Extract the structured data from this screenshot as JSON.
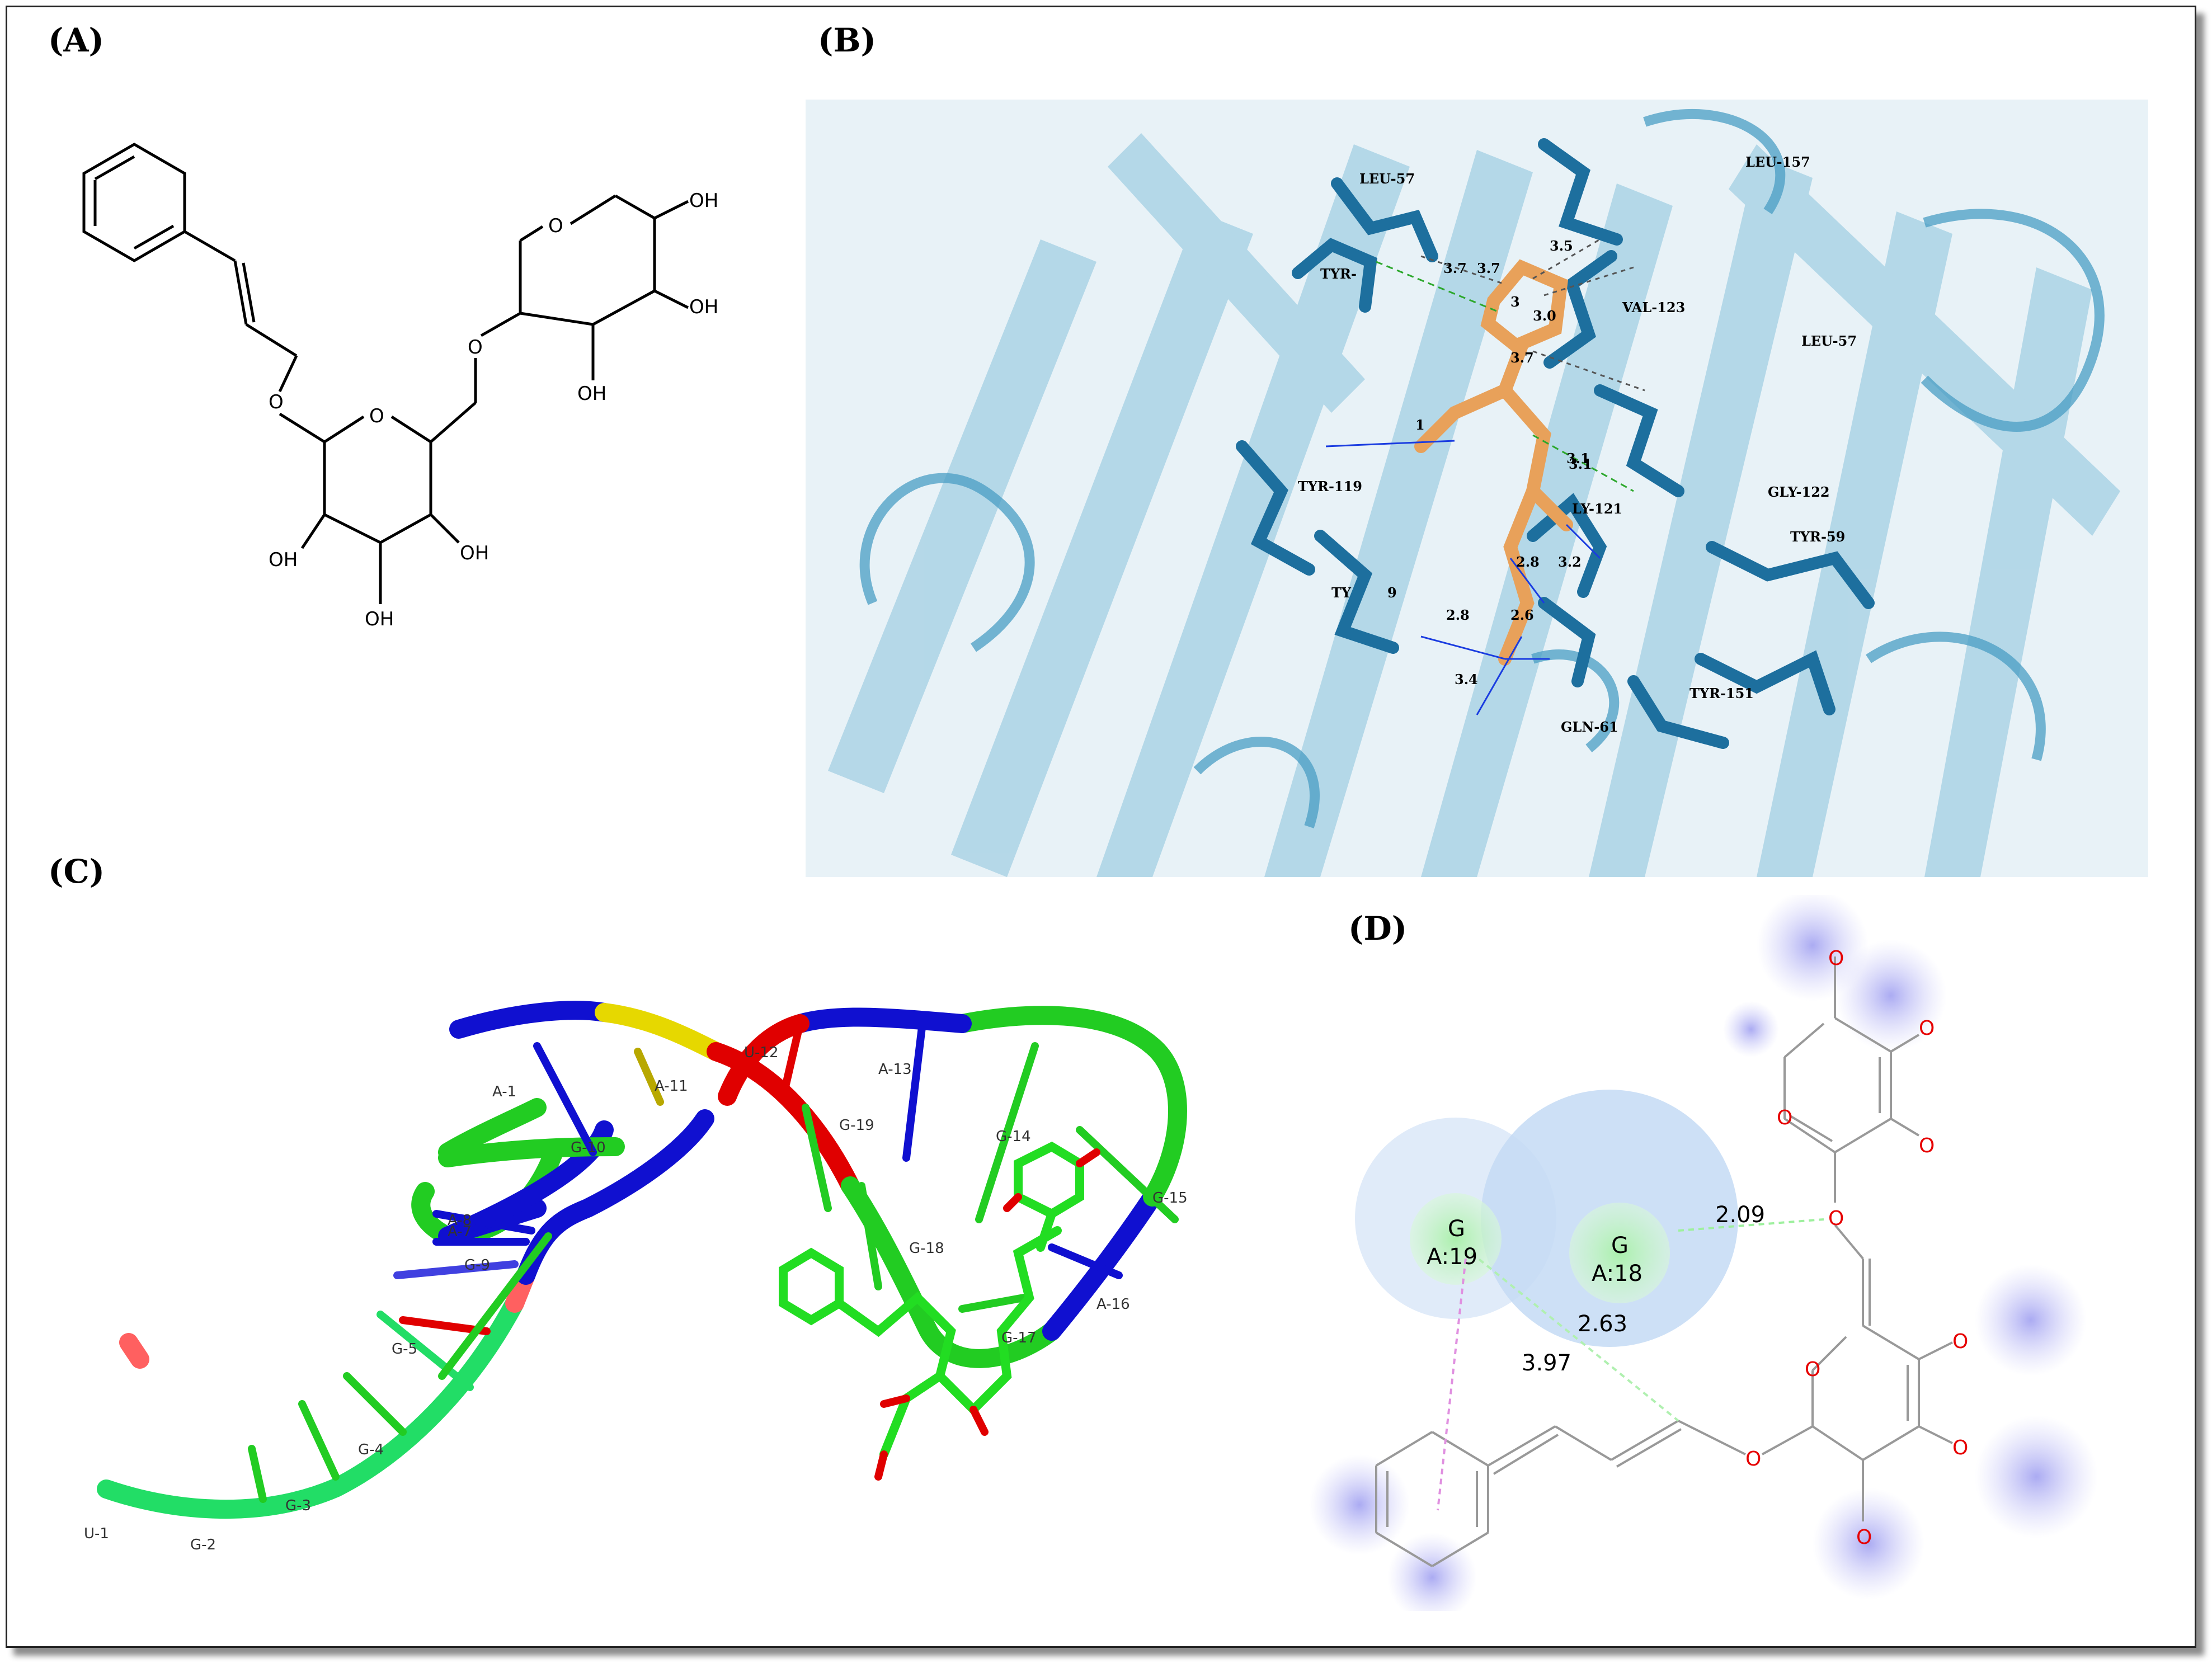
{
  "panels": {
    "a": {
      "label": "(A)"
    },
    "b": {
      "label": "(B)"
    },
    "c": {
      "label": "(C)"
    },
    "d": {
      "label": "(D)"
    }
  },
  "structure_a": {
    "atoms": [
      "O",
      "O",
      "O",
      "O",
      "OH",
      "OH",
      "OH",
      "OH",
      "OH",
      "OH"
    ]
  },
  "docking_b": {
    "residues": [
      "LEU-57",
      "LEU-157",
      "TYR-",
      "VAL-123",
      "LEU-57",
      "TYR-119",
      "GLY-122",
      "LY-121",
      "TYR-59",
      "TY",
      "9",
      "TYR-151",
      "GLN-61"
    ],
    "distances": [
      "3.7",
      "3.7",
      "3.5",
      "3",
      "3.0",
      "3.7",
      "3.1",
      "3.1",
      "1",
      "2.8",
      "3.2",
      "2.8",
      "2.6",
      "3.4"
    ]
  },
  "rna_c": {
    "nucleotides": [
      "A-1",
      "A-11",
      "U-12",
      "A-13",
      "G-10",
      "G-19",
      "G-14",
      "A-8",
      "A-7",
      "G-9",
      "G-15",
      "G-18",
      "A-16",
      "G-17",
      "G-5",
      "G-4",
      "G-3",
      "G-2",
      "U-1"
    ]
  },
  "interaction_d": {
    "residues": [
      {
        "name": "G",
        "chain": "A:19"
      },
      {
        "name": "G",
        "chain": "A:18"
      }
    ],
    "distances": [
      "2.09",
      "2.63",
      "3.97"
    ],
    "atom_o": "O"
  },
  "colors": {
    "ribbon_blue": "#4a9ec4",
    "stick_blue": "#1d6f9e",
    "ligand_orange": "#e8a15a",
    "rna_green": "#22cc22",
    "rna_blue": "#1010d0",
    "rna_red": "#e00000",
    "rna_yellow": "#e6d800",
    "halo_blue": "#b8d4f5",
    "halo_green": "#c6f2c6",
    "halo_purple": "#c8c8f8"
  }
}
